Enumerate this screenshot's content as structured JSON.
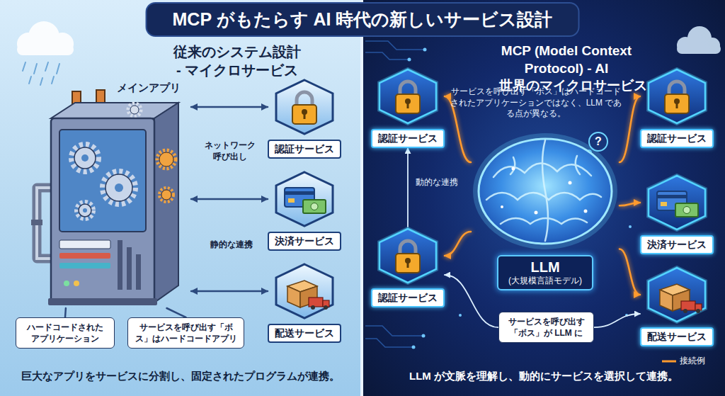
{
  "diagram": {
    "title": "MCP がもたらす AI 時代の新しいサービス設計",
    "nodes": [
      {
        "text": [
          "従来のシステム設計 - マイクロサービス"
        ]
      },
      {
        "text": [
          "メインアプリ"
        ],
        "in": 0
      },
      {
        "text": [
          "認証サービス"
        ],
        "in": 0
      },
      {
        "text": [
          "決済サービス"
        ],
        "in": 0
      },
      {
        "text": [
          "配送サービス"
        ],
        "in": 0
      },
      {
        "text": [
          "ハードコードされた アプリケーション"
        ],
        "in": 0
      },
      {
        "text": [
          "サービスを呼び出す「ボス」はハードコードアプリ"
        ],
        "in": 0
      },
      {
        "text": [
          "MCP (Model Context Protocol) - AI 世界のマイクロサービス"
        ]
      },
      {
        "text": [
          "認証サービス"
        ],
        "in": 7
      },
      {
        "text": [
          "認証サービス"
        ],
        "in": 7
      },
      {
        "text": [
          "LLM",
          "(大規模言語モデル)"
        ],
        "in": 7
      },
      {
        "text": [
          "決済サービス"
        ],
        "in": 7
      },
      {
        "text": [
          "認証サービス"
        ],
        "in": 7
      },
      {
        "text": [
          "配送サービス"
        ],
        "in": 7
      },
      {
        "text": [
          "サービスを呼び出す「ボス」が LLM に"
        ],
        "in": 7
      }
    ],
    "edges": [
      {
        "from": 1,
        "to": 2,
        "arrow": "both"
      },
      {
        "from": 1,
        "to": 3,
        "arrow": "both"
      },
      {
        "from": 1,
        "to": 4,
        "arrow": "both"
      },
      {
        "from": 5,
        "to": 1,
        "arrow": "none"
      },
      {
        "from": 6,
        "to": 1,
        "arrow": "none"
      },
      {
        "from": 10,
        "to": 8,
        "arrow": "to"
      },
      {
        "from": 10,
        "to": 9,
        "arrow": "to"
      },
      {
        "from": 10,
        "to": 11,
        "arrow": "to"
      },
      {
        "from": 10,
        "to": 12,
        "arrow": "to"
      },
      {
        "from": 10,
        "to": 13,
        "arrow": "to"
      },
      {
        "from": 12,
        "to": 8,
        "arrow": "to"
      },
      {
        "from": 14,
        "to": 12,
        "arrow": "to"
      },
      {
        "from": 14,
        "to": 13,
        "arrow": "to"
      }
    ],
    "labels": [
      "ネットワーク 呼び出し",
      "静的な連携",
      "サービスを呼び出す「ボス」はハードコードされたアプリケーションではなく、LLM である点が異なる。",
      "?",
      "動的な連携",
      "巨大なアプリをサービスに分割し、固定されたプログラムが連携。",
      "LLM が文脈を理解し、動的にサービスを選択して連携。"
    ],
    "legend": [
      {
        "text": "接続例"
      }
    ]
  }
}
